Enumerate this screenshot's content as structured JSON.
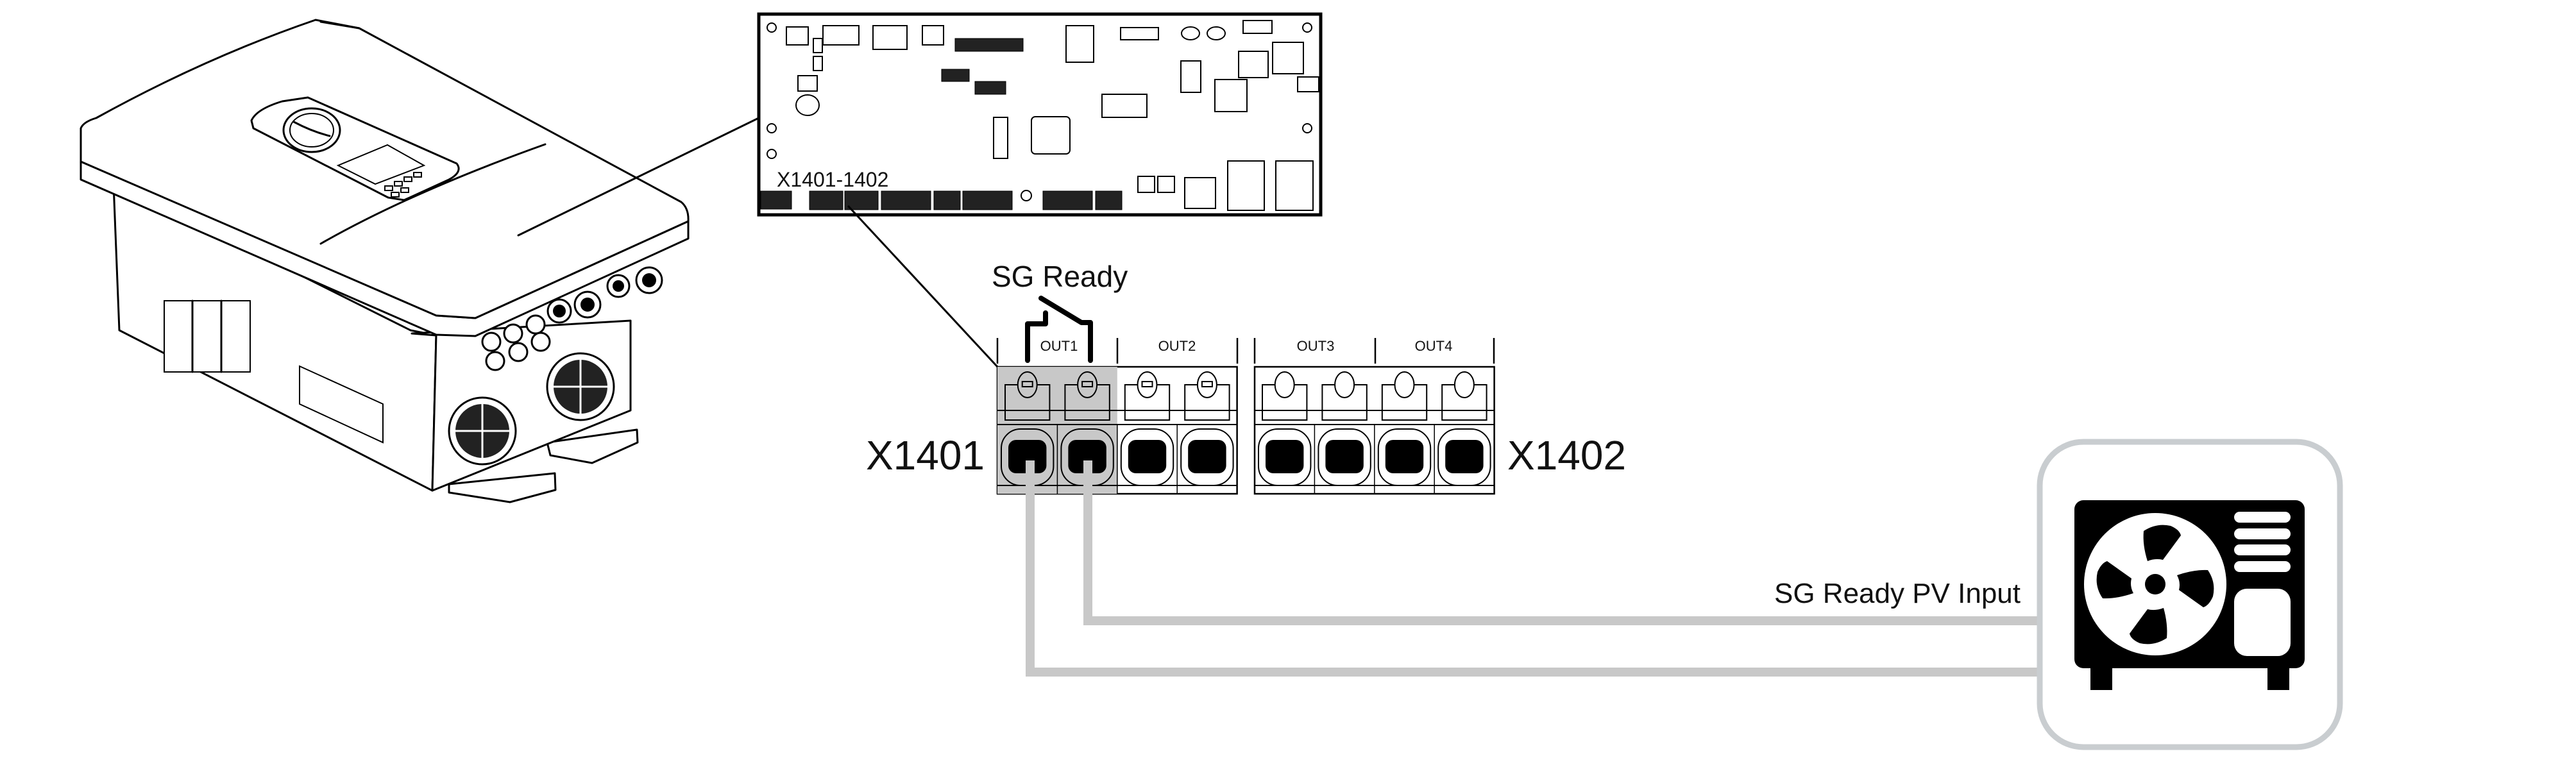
{
  "diagram": {
    "board": {
      "label": "X1401-1402",
      "icon": "circuit-board-icon"
    },
    "inverter": {
      "icon": "inverter-icon"
    },
    "terminal": {
      "switch_label": "SG Ready",
      "left_label": "X1401",
      "right_label": "X1402",
      "outputs": [
        "OUT1",
        "OUT2",
        "OUT3",
        "OUT4"
      ],
      "highlighted_output": "OUT1"
    },
    "cable": {
      "label": "SG Ready PV Input",
      "color": "#c8c8c8"
    },
    "heat_pump": {
      "icon": "heat-pump-icon",
      "frame_color": "#c9cdd0"
    }
  }
}
